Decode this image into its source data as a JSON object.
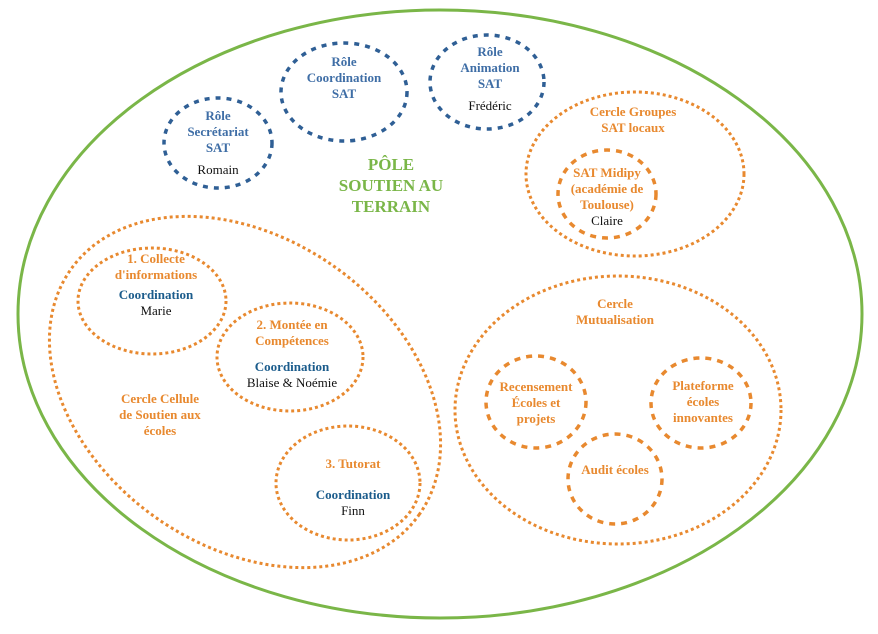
{
  "colors": {
    "pole_border": "#7ab648",
    "orange": "#e8892f",
    "blue": "#2f5f95",
    "navy": "#1b5c8c"
  },
  "pole_title": [
    "PÔLE",
    "SOUTIEN AU",
    "TERRAIN"
  ],
  "roles": {
    "secretariat": {
      "lines": [
        "Rôle",
        "Secrétariat",
        "SAT"
      ],
      "person": "Romain"
    },
    "coordination": {
      "lines": [
        "Rôle",
        "Coordination",
        "SAT"
      ]
    },
    "animation": {
      "lines": [
        "Rôle",
        "Animation",
        "SAT"
      ],
      "person": "Frédéric"
    }
  },
  "cercle_groupes": {
    "title": [
      "Cercle Groupes",
      "SAT locaux"
    ],
    "midipy": {
      "lines": [
        "SAT Midipy",
        "(académie de",
        "Toulouse)"
      ],
      "person": "Claire"
    }
  },
  "cercle_cellule": {
    "title": [
      "Cercle Cellule",
      "de Soutien aux",
      "écoles"
    ],
    "collecte": {
      "lines": [
        "1. Collecte",
        "d'informations"
      ],
      "role": "Coordination",
      "person": "Marie"
    },
    "montee": {
      "lines": [
        "2. Montée en",
        "Compétences"
      ],
      "role": "Coordination",
      "person": "Blaise & Noémie"
    },
    "tutorat": {
      "lines": [
        "3. Tutorat"
      ],
      "role": "Coordination",
      "person": "Finn"
    }
  },
  "cercle_mutualisation": {
    "title": [
      "Cercle",
      "Mutualisation"
    ],
    "recensement": [
      "Recensement",
      "Écoles et",
      "projets"
    ],
    "plateforme": [
      "Plateforme",
      "écoles",
      "innovantes"
    ],
    "audit": [
      "Audit écoles"
    ]
  }
}
